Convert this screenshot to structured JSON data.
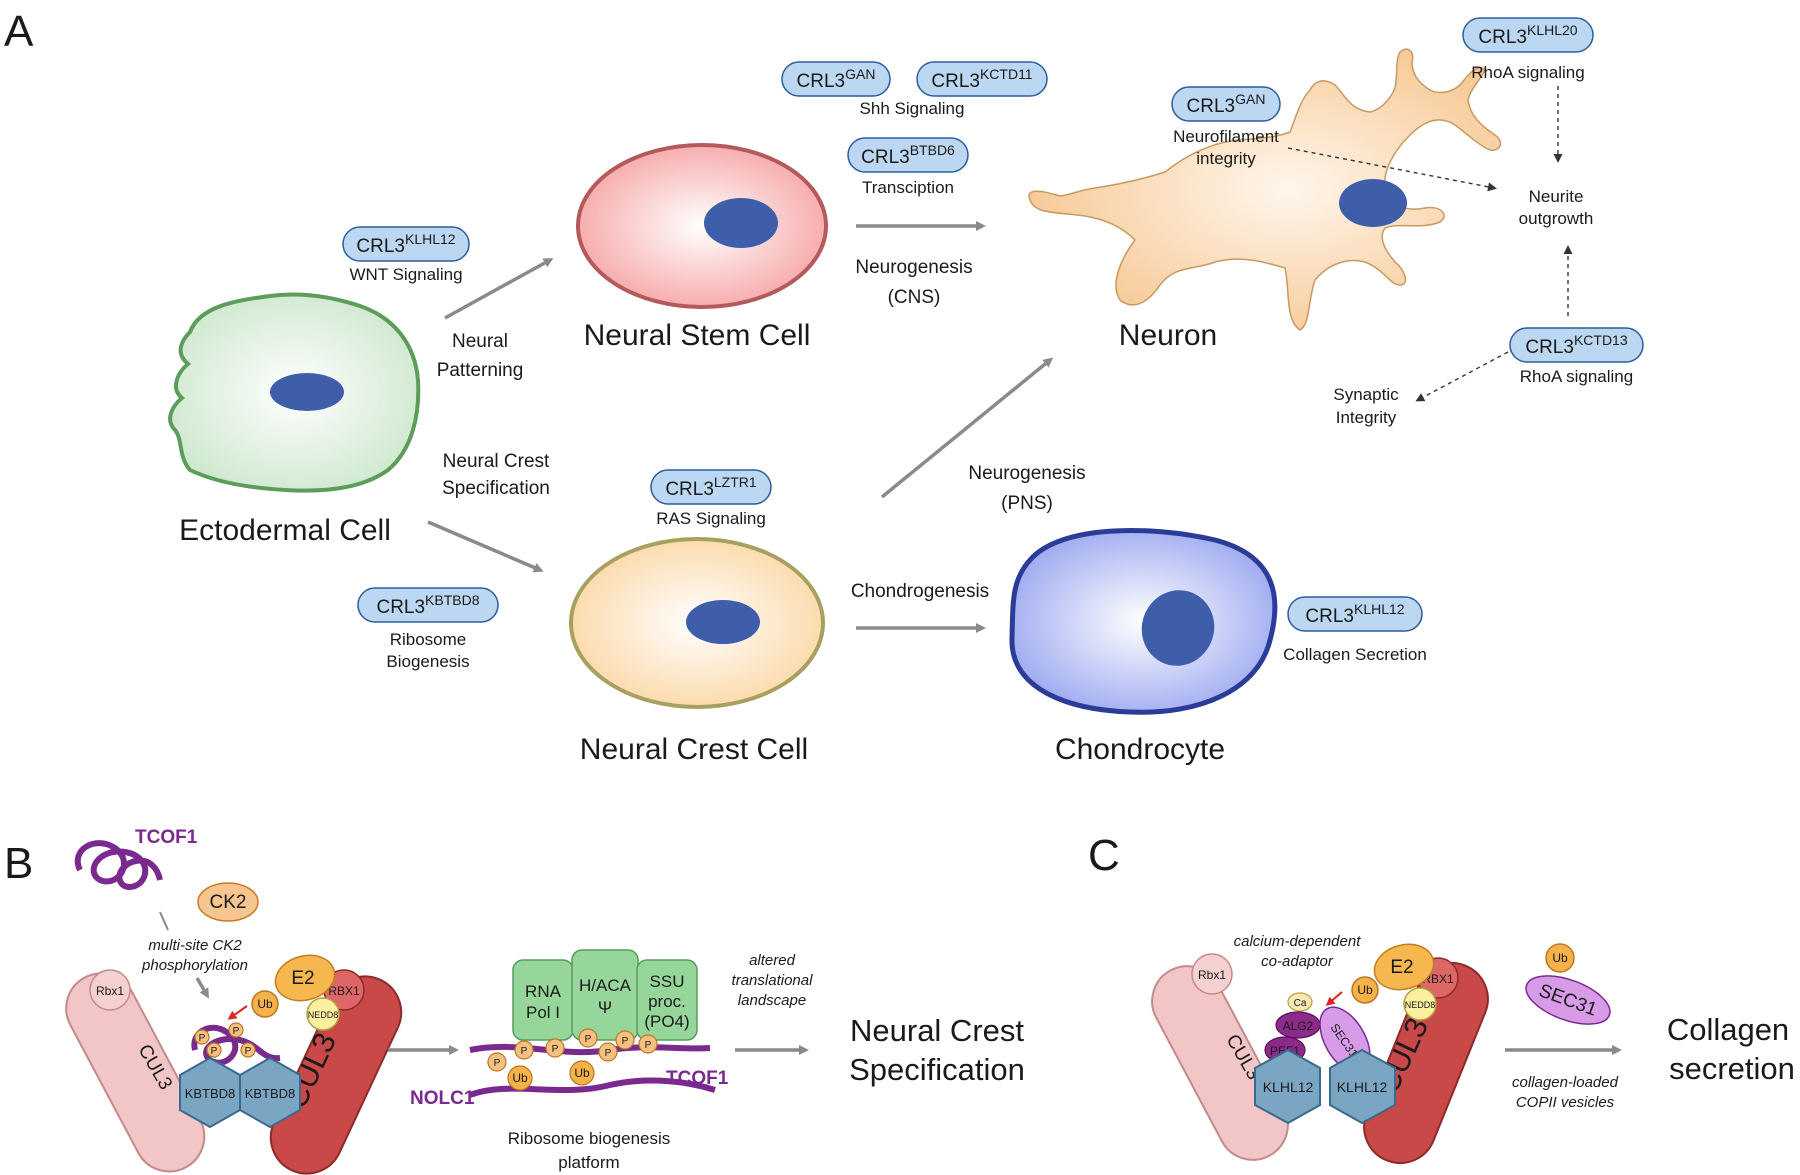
{
  "panels": {
    "a": "A",
    "b": "B",
    "c": "C"
  },
  "cells": {
    "ectodermal": "Ectodermal Cell",
    "neural_stem": "Neural Stem Cell",
    "neural_crest": "Neural Crest Cell",
    "neuron": "Neuron",
    "chondrocyte": "Chondrocyte"
  },
  "processes": {
    "neural_patterning": [
      "Neural",
      "Patterning"
    ],
    "neural_crest_spec": [
      "Neural Crest",
      "Specification"
    ],
    "neurogenesis_cns": [
      "Neurogenesis",
      "(CNS)"
    ],
    "neurogenesis_pns": [
      "Neurogenesis",
      "(PNS)"
    ],
    "chondrogenesis": "Chondrogenesis"
  },
  "complexes": [
    {
      "id": "klhl12_wnt",
      "base": "CRL3",
      "sup": "KLHL12",
      "caption": [
        "WNT Signaling"
      ]
    },
    {
      "id": "gan_shh",
      "base": "CRL3",
      "sup": "GAN",
      "caption": []
    },
    {
      "id": "kctd11_shh",
      "base": "CRL3",
      "sup": "KCTD11",
      "caption": []
    },
    {
      "id": "btbd6",
      "base": "CRL3",
      "sup": "BTBD6",
      "caption": [
        "Transciption"
      ]
    },
    {
      "id": "gan_neuro",
      "base": "CRL3",
      "sup": "GAN",
      "caption": [
        "Neurofilament",
        "integrity"
      ]
    },
    {
      "id": "klhl20",
      "base": "CRL3",
      "sup": "KLHL20",
      "caption": [
        "RhoA signaling"
      ]
    },
    {
      "id": "kctd13",
      "base": "CRL3",
      "sup": "KCTD13",
      "caption": [
        "RhoA signaling"
      ]
    },
    {
      "id": "lztr1",
      "base": "CRL3",
      "sup": "LZTR1",
      "caption": [
        "RAS Signaling"
      ]
    },
    {
      "id": "kbtbd8",
      "base": "CRL3",
      "sup": "KBTBD8",
      "caption": [
        "Ribosome",
        "Biogenesis"
      ]
    },
    {
      "id": "klhl12_coll",
      "base": "CRL3",
      "sup": "KLHL12",
      "caption": [
        "Collagen Secretion"
      ]
    }
  ],
  "shh_signaling": "Shh Signaling",
  "neurite_outgrowth": [
    "Neurite",
    "outgrowth"
  ],
  "synaptic_integrity": [
    "Synaptic",
    "Integrity"
  ],
  "panel_b": {
    "tcof1_top": "TCOF1",
    "ck2": "CK2",
    "ck2_note": [
      "multi-site CK2",
      "phosphorylation"
    ],
    "rbx1": "Rbx1",
    "cul3": "CUL3",
    "kbtbd8": "KBTBD8",
    "e2": "E2",
    "rbx1_caps": "RBX1",
    "nedd8": "NEDD8",
    "ub": "Ub",
    "p": "P",
    "rna_pol": [
      "RNA",
      "Pol I"
    ],
    "haca": [
      "H/ACA",
      "Ψ"
    ],
    "ssu": [
      "SSU",
      "proc.",
      "(PO4)"
    ],
    "nolc1": "NOLC1",
    "tcof1_bottom": "TCOF1",
    "platform": [
      "Ribosome biogenesis",
      "platform"
    ],
    "altered": [
      "altered",
      "translational",
      "landscape"
    ],
    "result": [
      "Neural Crest",
      "Specification"
    ]
  },
  "panel_c": {
    "co_adaptor": [
      "calcium-dependent",
      "co-adaptor"
    ],
    "rbx1": "Rbx1",
    "cul3": "CUL3",
    "klhl12": "KLHL12",
    "e2": "E2",
    "rbx1_caps": "RBX1",
    "nedd8": "NEDD8",
    "ub": "Ub",
    "ca": "Ca",
    "alg2": "ALG2",
    "pef1": "PEF1",
    "sec31": "SEC31",
    "vesicles": [
      "collagen-loaded",
      "COPII vesicles"
    ],
    "result": [
      "Collagen",
      "secretion"
    ]
  },
  "colors": {
    "pill_fill": "#bcd7f2",
    "ectoderm": "#5c9d5c",
    "neural_stem": "#b55a5a",
    "neural_crest": "#a8a060",
    "neuron": "#f6cd97",
    "chondrocyte": "#2b3c98",
    "nucleus": "#3f5eaa",
    "purple": "#7a2a8f",
    "cul3_red": "#c44040",
    "kbtbd8_blue": "#7aa6c4",
    "green_box": "#96d69a",
    "orange": "#f5b14a"
  }
}
